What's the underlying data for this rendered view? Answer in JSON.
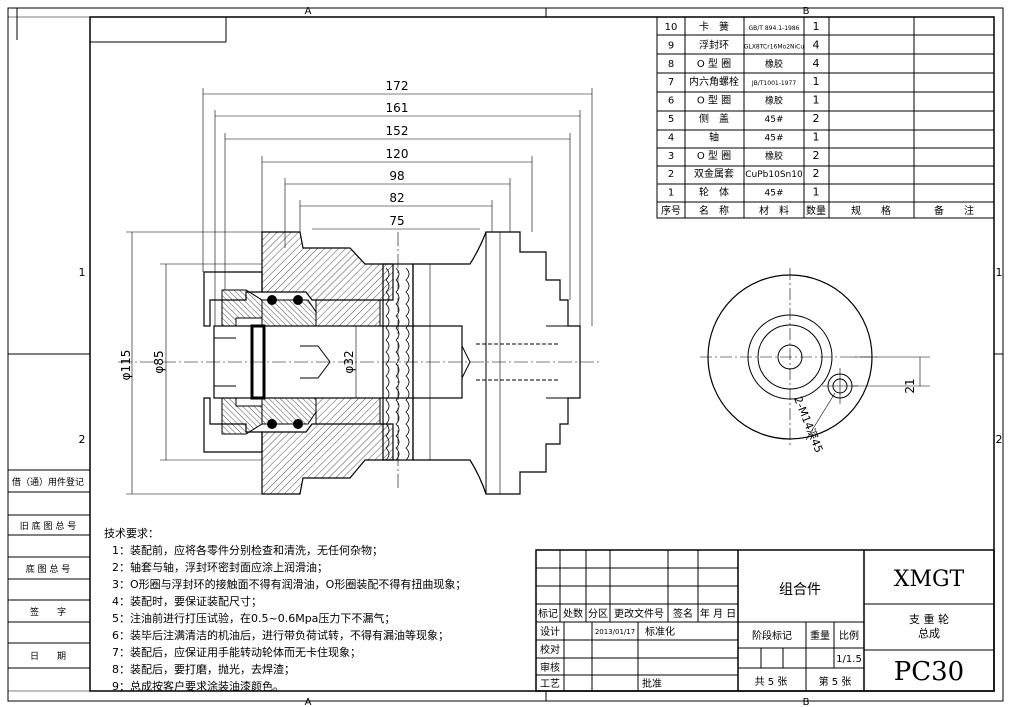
{
  "frame": {
    "zone_a": "A",
    "zone_b": "B",
    "row_1": "1",
    "row_2": "2"
  },
  "side_labels": [
    "借（通）用件登记",
    "旧 底 图 总 号",
    "底 图 总 号",
    "签　　字",
    "日　　期"
  ],
  "dimensions": {
    "horizontal": [
      "172",
      "161",
      "152",
      "120",
      "98",
      "82",
      "75"
    ],
    "vertical": [
      "φ115",
      "φ85",
      "φ32"
    ],
    "side_view": {
      "height": "21",
      "thread": "2-M14深45"
    }
  },
  "bom": {
    "headers": [
      "序号",
      "名　称",
      "材　料",
      "数量",
      "规　　格",
      "备　　注"
    ],
    "rows": [
      {
        "no": "10",
        "name": "卡　簧",
        "material": "GB/T 894.1-1986",
        "qty": "1"
      },
      {
        "no": "9",
        "name": "浮封环",
        "material": "GLX8TCr16Mo2NiCu",
        "qty": "4"
      },
      {
        "no": "8",
        "name": "O 型 圈",
        "material": "橡胶",
        "qty": "4"
      },
      {
        "no": "7",
        "name": "内六角螺栓",
        "material": "JB/T1001-1977",
        "qty": "1"
      },
      {
        "no": "6",
        "name": "O 型 圈",
        "material": "橡胶",
        "qty": "1"
      },
      {
        "no": "5",
        "name": "侧　盖",
        "material": "45#",
        "qty": "2"
      },
      {
        "no": "4",
        "name": "轴",
        "material": "45#",
        "qty": "1"
      },
      {
        "no": "3",
        "name": "O 型 圈",
        "material": "橡胶",
        "qty": "2"
      },
      {
        "no": "2",
        "name": "双金属套",
        "material": "CuPb10Sn10",
        "qty": "2"
      },
      {
        "no": "1",
        "name": "轮　体",
        "material": "45#",
        "qty": "1"
      }
    ]
  },
  "notes": {
    "title": "技术要求：",
    "items": [
      "1：装配前，应将各零件分别检查和清洗，无任何杂物；",
      "2：轴套与轴，浮封环密封面应涂上润滑油；",
      "3：O形圈与浮封环的接触面不得有润滑油，O形圈装配不得有扭曲现象；",
      "4：装配时，要保证装配尺寸；",
      "5：注油前进行打压试验，在0.5~0.6Mpa压力下不漏气；",
      "6：装毕后注满清洁的机油后，进行带负荷试转，不得有漏油等现象；",
      "7：装配后，应保证用手能转动轮体而无卡住现象；",
      "8：装配后，要打磨，抛光，去焊渣；",
      "9：总成按客户要求涂装油漆颜色。"
    ]
  },
  "title_block": {
    "rev_headers": [
      "标记",
      "处数",
      "分区",
      "更改文件号",
      "签名",
      "年 月 日"
    ],
    "design": "设计",
    "design_date": "2013/01/17",
    "standardize": "标准化",
    "check": "校对",
    "review": "审核",
    "process": "工艺",
    "approve": "批准",
    "stage_mark": "阶段标记",
    "weight": "重量",
    "scale": "比例",
    "scale_value": "1/1.5",
    "total_sheets": "共 5 张",
    "sheet_no": "第 5 张",
    "assembly": "组合件",
    "company": "XMGT",
    "drawing_name": "支重轮\n总成",
    "drawing_name_1": "支 重 轮",
    "drawing_name_2": "总成",
    "model": "PC30"
  }
}
